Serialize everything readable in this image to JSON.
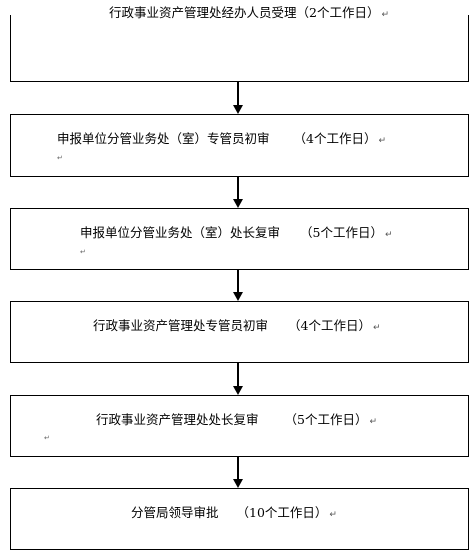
{
  "steps": [
    {
      "label": "行政事业资产管理处经办人员受理",
      "days": "（2个工作日）"
    },
    {
      "label": "申报单位分管业务处（室）专管员初审",
      "days": "（4个工作日）"
    },
    {
      "label": "申报单位分管业务处（室）处长复审",
      "days": "（5个工作日）"
    },
    {
      "label": "行政事业资产管理处专管员初审",
      "days": "（4个工作日）"
    },
    {
      "label": "行政事业资产管理处处长复审",
      "days": "（5个工作日）"
    },
    {
      "label": "分管局领导审批",
      "days": "（10个工作日）"
    }
  ],
  "marks": {
    "paragraph": "↵",
    "small": "↵"
  }
}
